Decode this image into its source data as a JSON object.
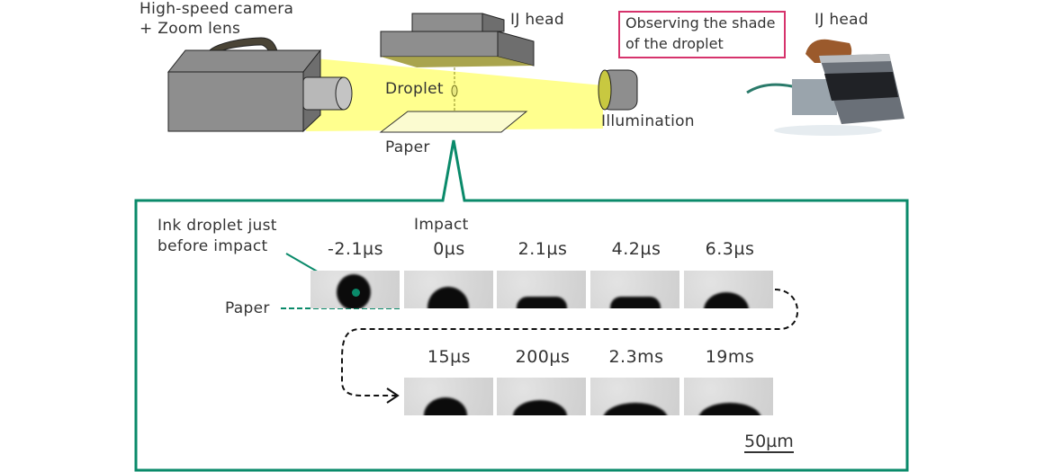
{
  "setup": {
    "camera_label_line1": "High-speed camera",
    "camera_label_line2": "+ Zoom lens",
    "ij_head_label": "IJ head",
    "droplet_label": "Droplet",
    "paper_label": "Paper",
    "illumination_label": "Illumination"
  },
  "photo": {
    "caption_line1": "Observing the shade",
    "caption_line2": "of the droplet",
    "ij_head_label": "IJ head"
  },
  "sequence": {
    "annotation_line1": "Ink droplet just",
    "annotation_line2": "before impact",
    "impact_label": "Impact",
    "paper_label": "Paper",
    "row1": [
      {
        "time": "-2.1µs"
      },
      {
        "time": "0µs"
      },
      {
        "time": "2.1µs"
      },
      {
        "time": "4.2µs"
      },
      {
        "time": "6.3µs"
      }
    ],
    "row2": [
      {
        "time": "15µs"
      },
      {
        "time": "200µs"
      },
      {
        "time": "2.3ms"
      },
      {
        "time": "19ms"
      }
    ],
    "scale_bar": "50µm"
  },
  "colors": {
    "frame_border": "#0a8a6a",
    "caption_border": "#d6336c",
    "light_beam": "#ffff88"
  }
}
